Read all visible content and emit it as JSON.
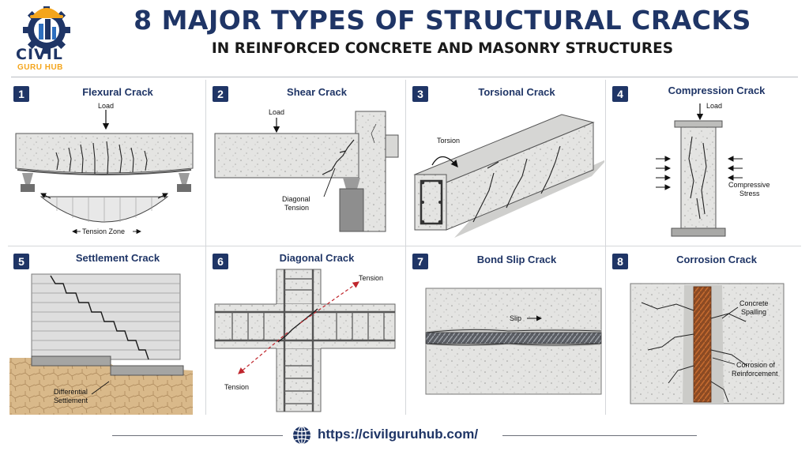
{
  "header": {
    "logo_line1": "CIVIL",
    "logo_line2": "GURU HUB",
    "title": "8 MAJOR TYPES OF STRUCTURAL CRACKS",
    "subtitle": "IN REINFORCED CONCRETE AND MASONRY STRUCTURES"
  },
  "panels": [
    {
      "number": "1",
      "title": "Flexural Crack",
      "labels": {
        "load": "Load",
        "zone": "Tension Zone"
      }
    },
    {
      "number": "2",
      "title": "Shear Crack",
      "labels": {
        "load": "Load",
        "diag1": "Diagonal",
        "diag2": "Tension"
      }
    },
    {
      "number": "3",
      "title": "Torsional Crack",
      "labels": {
        "torsion": "Torsion"
      }
    },
    {
      "number": "4",
      "title": "Compression Crack",
      "labels": {
        "load": "Load",
        "stress1": "Compressive",
        "stress2": "Stress"
      }
    },
    {
      "number": "5",
      "title": "Settlement Crack",
      "labels": {
        "diff1": "Differential",
        "diff2": "Settlement"
      }
    },
    {
      "number": "6",
      "title": "Diagonal Crack",
      "labels": {
        "tension_top": "Tension",
        "tension_bottom": "Tension"
      }
    },
    {
      "number": "7",
      "title": "Bond Slip Crack",
      "labels": {
        "slip": "Slip"
      }
    },
    {
      "number": "8",
      "title": "Corrosion Crack",
      "labels": {
        "spall1": "Concrete",
        "spall2": "Spalling",
        "corr1": "Corrosion of",
        "corr2": "Reinforcement"
      }
    }
  ],
  "footer": {
    "url": "https://civilguruhub.com/"
  },
  "colors": {
    "navy": "#1f3566",
    "orange": "#f4a51c",
    "concrete": "#e3e3e1",
    "rust": "#a0522d"
  },
  "icons": {
    "logo": "gear-building-logo-icon",
    "footer": "globe-icon"
  }
}
